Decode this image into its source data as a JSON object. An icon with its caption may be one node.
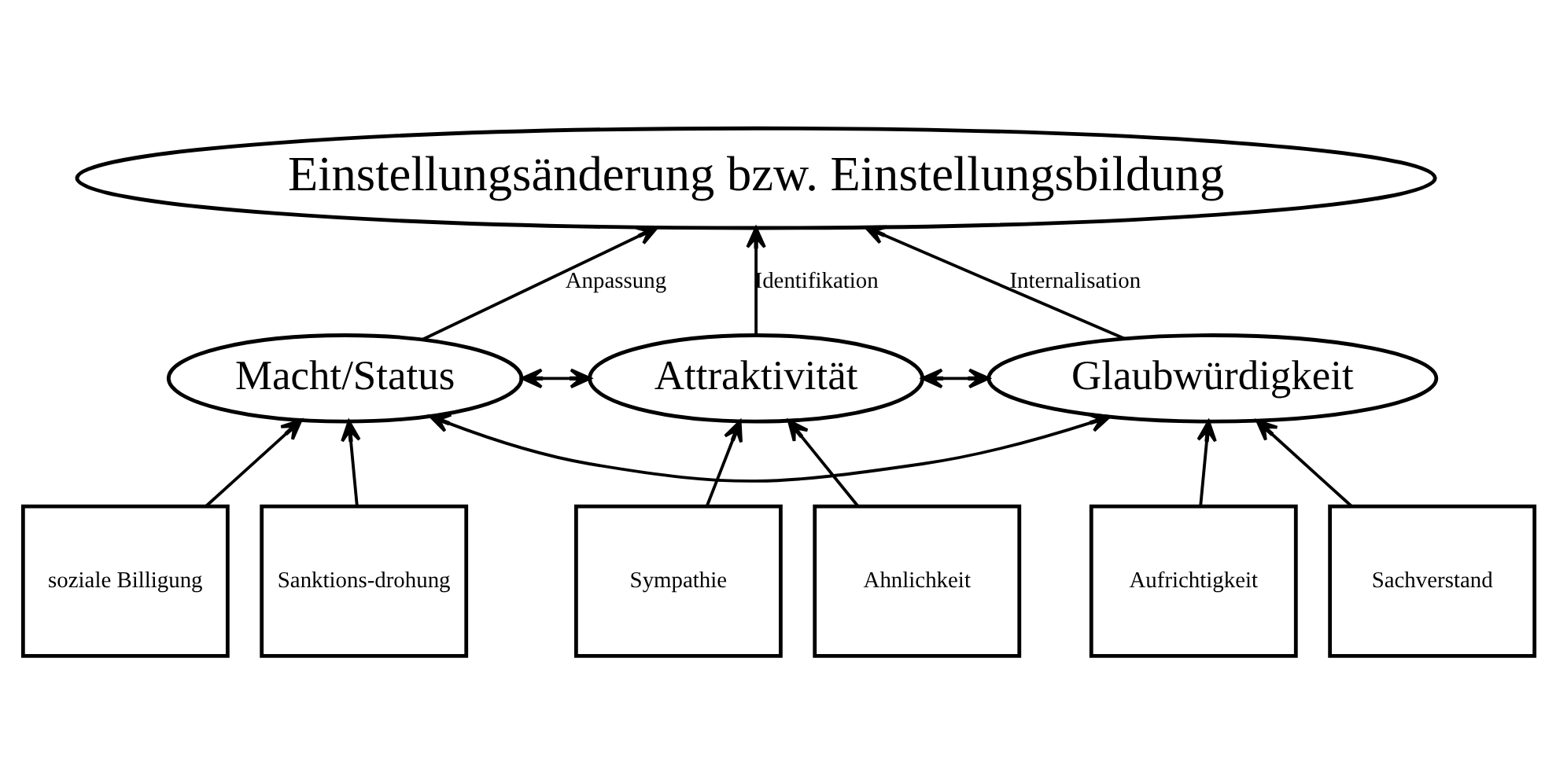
{
  "diagram": {
    "nodes": [
      {
        "text": [
          "Einstellungsänderung bzw. Einstellungsbildung"
        ]
      },
      {
        "text": [
          "Macht/Status"
        ]
      },
      {
        "text": [
          "Attraktivität"
        ]
      },
      {
        "text": [
          "Glaubwürdigkeit"
        ]
      },
      {
        "text": [
          "soziale Billigung"
        ]
      },
      {
        "text": [
          "Sanktions-drohung"
        ]
      },
      {
        "text": [
          "Sympathie"
        ]
      },
      {
        "text": [
          "Ahnlichkeit"
        ]
      },
      {
        "text": [
          "Aufrichtigkeit"
        ]
      },
      {
        "text": [
          "Sachverstand"
        ]
      }
    ],
    "edges": [
      {
        "from": 1,
        "to": 0,
        "arrow": "to",
        "label": "Anpassung"
      },
      {
        "from": 2,
        "to": 0,
        "arrow": "to",
        "label": "Identifikation"
      },
      {
        "from": 3,
        "to": 0,
        "arrow": "to",
        "label": "Internalisation"
      },
      {
        "from": 1,
        "to": 3,
        "arrow": "both"
      },
      {
        "from": 1,
        "to": 2,
        "arrow": "both"
      },
      {
        "from": 2,
        "to": 3,
        "arrow": "both"
      },
      {
        "from": 4,
        "to": 1,
        "arrow": "to"
      },
      {
        "from": 5,
        "to": 1,
        "arrow": "to"
      },
      {
        "from": 6,
        "to": 2,
        "arrow": "to"
      },
      {
        "from": 7,
        "to": 2,
        "arrow": "to"
      },
      {
        "from": 8,
        "to": 3,
        "arrow": "to"
      },
      {
        "from": 9,
        "to": 3,
        "arrow": "to"
      }
    ]
  }
}
